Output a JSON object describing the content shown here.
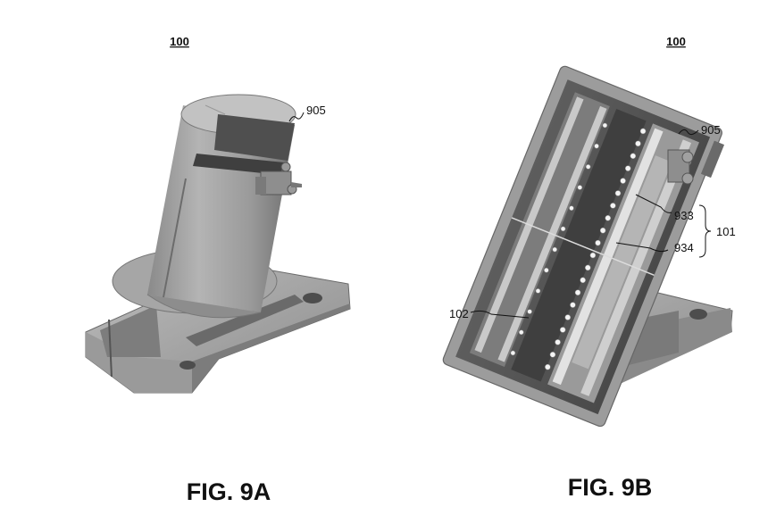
{
  "figure_a": {
    "ref_top": "100",
    "caption": "FIG. 9A",
    "labels": {
      "l905": "905"
    }
  },
  "figure_b": {
    "ref_top": "100",
    "caption": "FIG. 9B",
    "labels": {
      "l905": "905",
      "l933": "933",
      "l934": "934",
      "l101": "101",
      "l102": "102"
    }
  }
}
